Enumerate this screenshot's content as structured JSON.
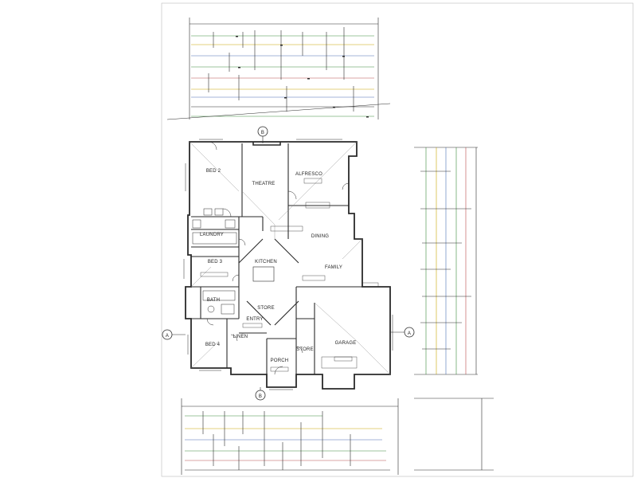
{
  "rooms": {
    "bed2": "BED 2",
    "theatre": "THEATRE",
    "alfresco": "ALFRESCO",
    "laundry": "LAUNDRY",
    "dining": "DINING",
    "kitchen": "KITCHEN",
    "bed3": "BED 3",
    "family": "FAMILY",
    "bath": "BATH",
    "entry": "ENTRY",
    "bed4": "BED 4",
    "garage": "GARAGE",
    "porch": "PORCH",
    "store": "STORE",
    "store2": "STORE",
    "linen": "LINEN"
  },
  "markers": {
    "north_marker": "B",
    "south_marker": "B",
    "west_marker": "A",
    "east_marker": "A"
  },
  "colors": {
    "line": "#2a2a2a",
    "dim_green": "#3a8a3a",
    "dim_yellow": "#c8a400",
    "dim_blue": "#4a6fb5",
    "dim_red": "#b84a4a"
  }
}
